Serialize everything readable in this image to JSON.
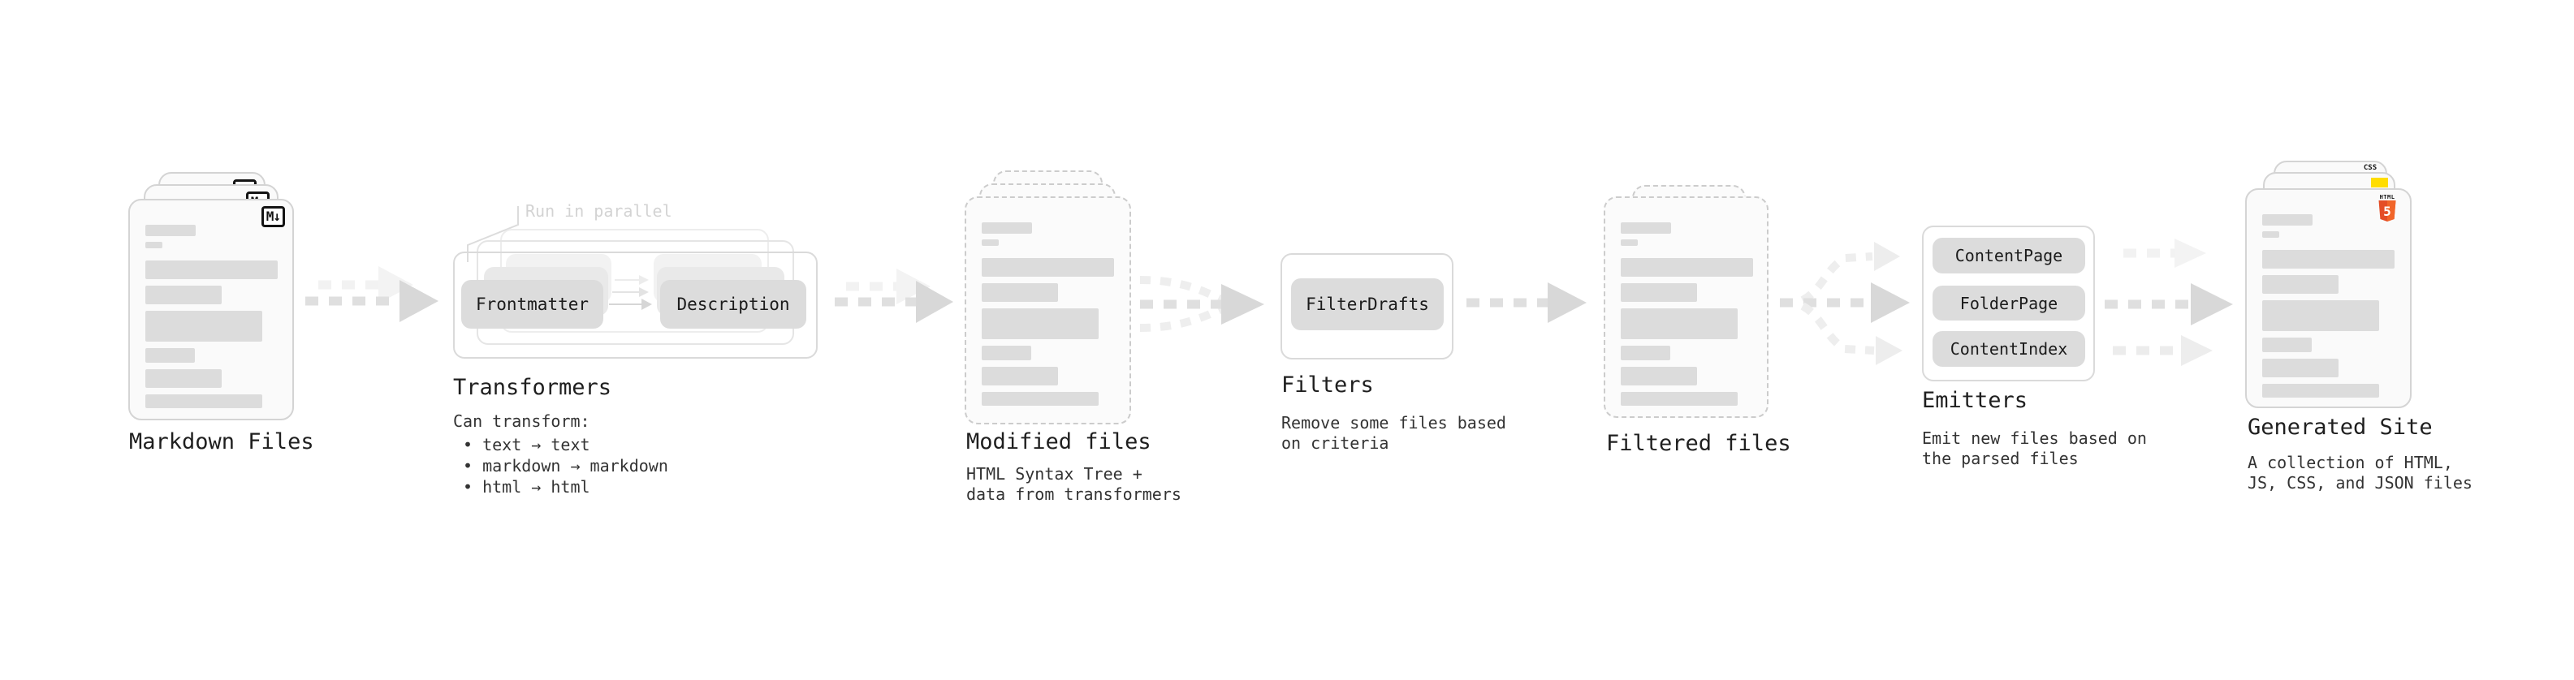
{
  "nodes": {
    "markdown": {
      "label": "Markdown Files",
      "badge": "M↓"
    },
    "transformers": {
      "label": "Transformers",
      "note": "Run in parallel",
      "pills": [
        "Frontmatter",
        "Description"
      ],
      "desc_heading": "Can transform:",
      "bullets": [
        "• text → text",
        "• markdown → markdown",
        "• html → html"
      ]
    },
    "modified": {
      "label": "Modified files",
      "desc": [
        "HTML Syntax Tree +",
        "data from transformers"
      ]
    },
    "filters": {
      "label": "Filters",
      "pills": [
        "FilterDrafts"
      ],
      "desc": [
        "Remove some files based",
        "on criteria"
      ]
    },
    "filtered": {
      "label": "Filtered files"
    },
    "emitters": {
      "label": "Emitters",
      "pills": [
        "ContentPage",
        "FolderPage",
        "ContentIndex"
      ],
      "desc": [
        "Emit new files based on",
        "the parsed files"
      ]
    },
    "site": {
      "label": "Generated Site",
      "desc": [
        "A collection of HTML,",
        "JS, CSS, and JSON files"
      ],
      "file_badges": {
        "css": "CSS",
        "html": "HTML",
        "html_version": "5"
      }
    }
  },
  "colors": {
    "html5_orange": "#e44d26",
    "html5_orange_light": "#f16529",
    "js_yellow": "#ffdd00",
    "css_blue": "#1a73e8",
    "pill_gray": "#dcdcdc",
    "arrow_gray": "#dfdfdf"
  }
}
